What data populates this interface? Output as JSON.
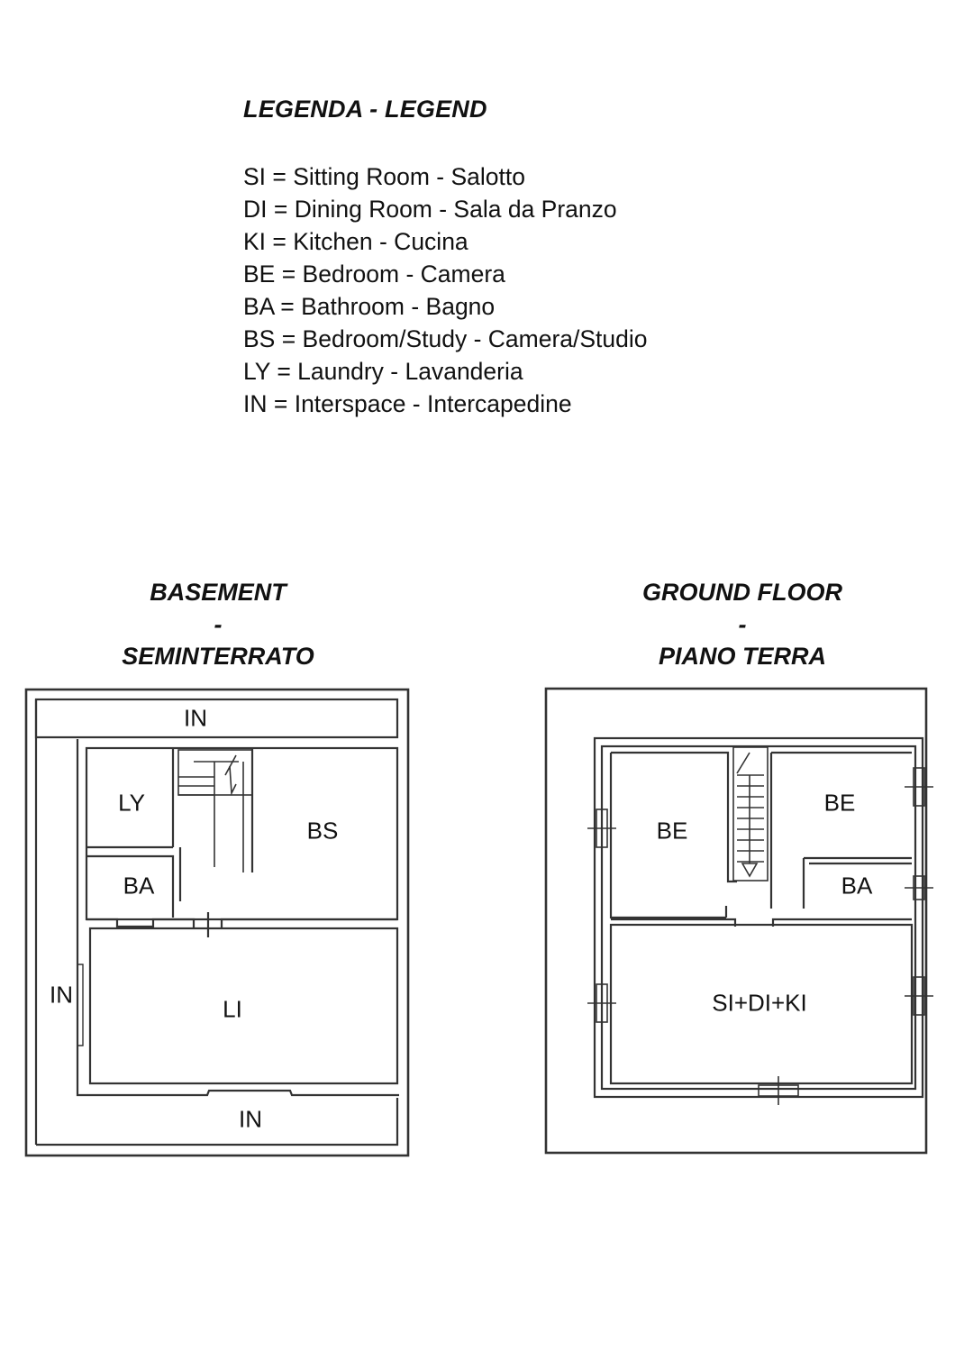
{
  "legend": {
    "title": "LEGENDA - LEGEND",
    "items": [
      "SI = Sitting Room - Salotto",
      "DI = Dining Room - Sala da Pranzo",
      "KI = Kitchen - Cucina",
      "BE = Bedroom - Camera",
      "BA = Bathroom - Bagno",
      "BS = Bedroom/Study - Camera/Studio",
      "LY = Laundry - Lavanderia",
      "IN = Interspace - Intercapedine"
    ]
  },
  "basement": {
    "title_en": "BASEMENT",
    "separator": "-",
    "title_it": "SEMINTERRATO",
    "rooms": {
      "in_top": "IN",
      "ly": "LY",
      "bs": "BS",
      "ba": "BA",
      "in_left": "IN",
      "li": "LI",
      "in_bottom": "IN"
    }
  },
  "ground_floor": {
    "title_en": "GROUND FLOOR",
    "separator": "-",
    "title_it": "PIANO TERRA",
    "rooms": {
      "be_left": "BE",
      "be_right": "BE",
      "ba": "BA",
      "living": "SI+DI+KI"
    }
  }
}
